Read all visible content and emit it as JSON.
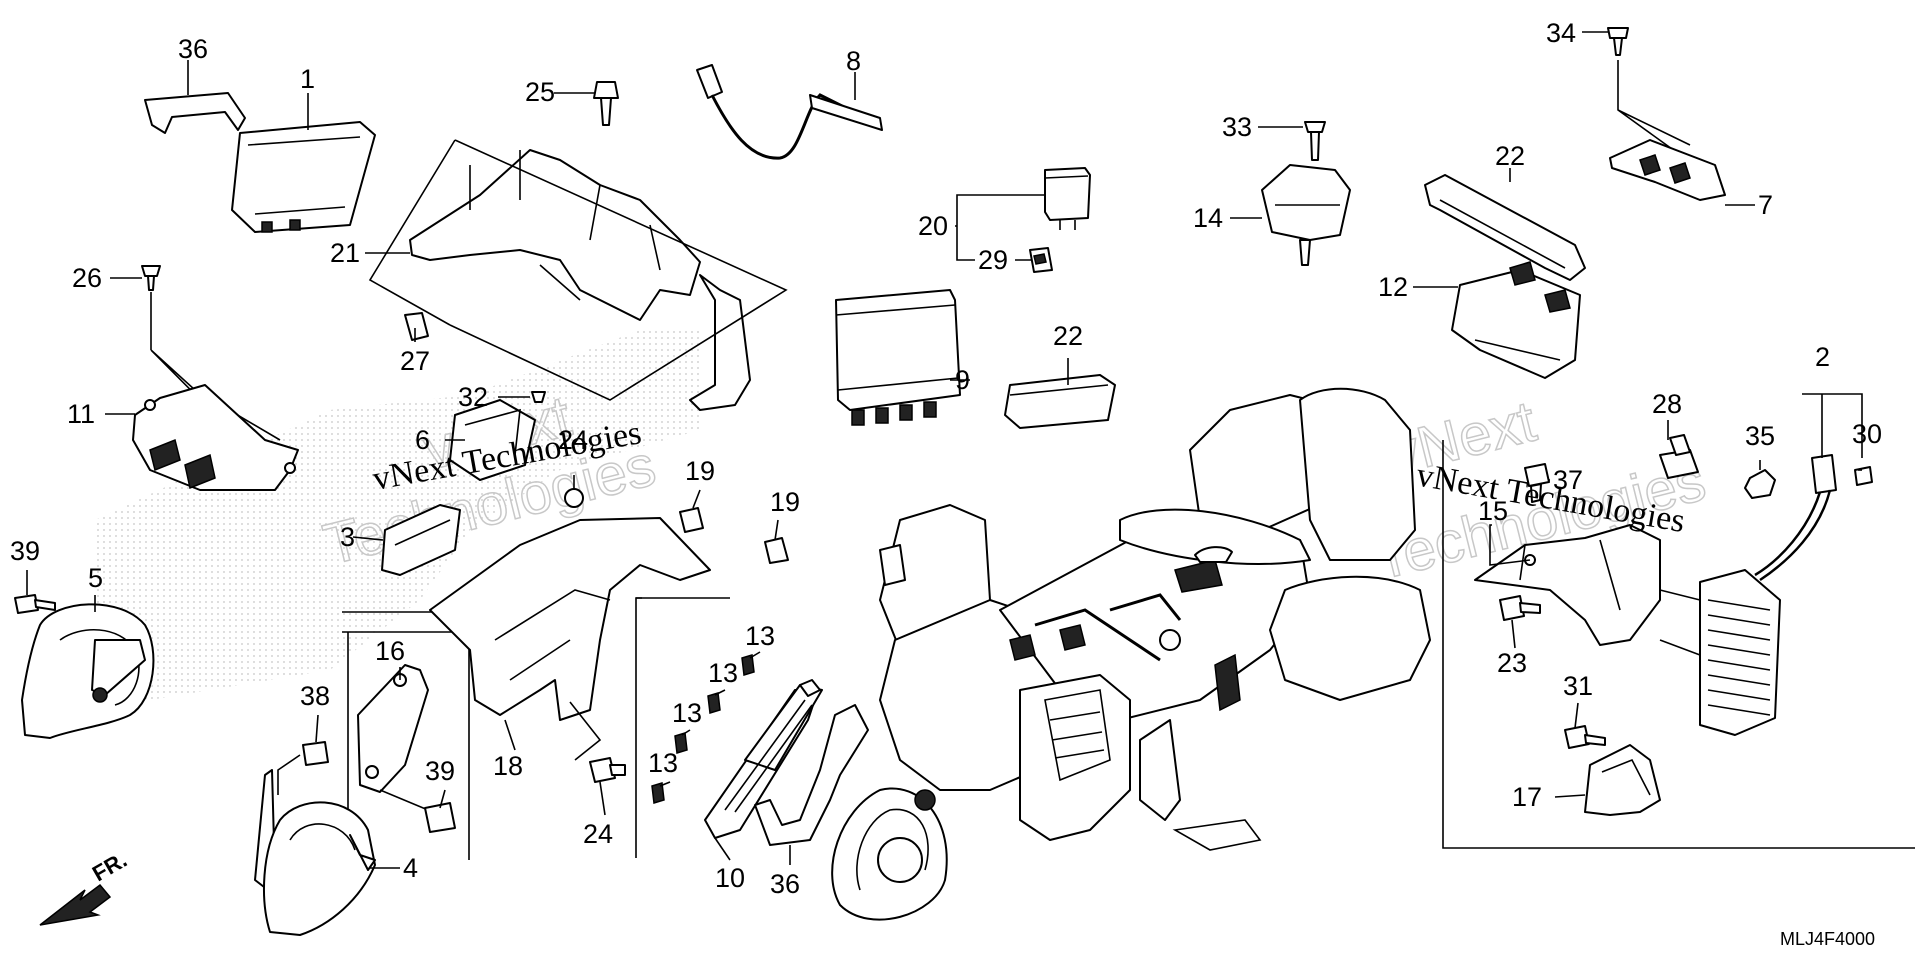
{
  "diagram_code": "MLJ4F4000",
  "direction_label": "FR.",
  "watermark": {
    "brand": "vNext",
    "brand_suffix": "Technologies",
    "short": "Technologies"
  },
  "callouts": [
    "1",
    "2",
    "3",
    "4",
    "5",
    "6",
    "7",
    "8",
    "9",
    "10",
    "11",
    "12",
    "13",
    "14",
    "15",
    "16",
    "17",
    "18",
    "19",
    "20",
    "21",
    "22",
    "23",
    "24",
    "25",
    "26",
    "27",
    "28",
    "29",
    "30",
    "31",
    "32",
    "33",
    "34",
    "35",
    "36",
    "37",
    "38",
    "39"
  ],
  "labels": {
    "n36a": "36",
    "n1": "1",
    "n25": "25",
    "n8": "8",
    "n34": "34",
    "n33": "33",
    "n22a": "22",
    "n7": "7",
    "n14": "14",
    "n20": "20",
    "n29": "29",
    "n21": "21",
    "n26": "26",
    "n12": "12",
    "n22b": "22",
    "n27": "27",
    "n32": "32",
    "n9": "9",
    "n11": "11",
    "n2": "2",
    "n28": "28",
    "n35": "35",
    "n30": "30",
    "n6": "6",
    "n24a": "24",
    "n19a": "19",
    "n37": "37",
    "n19b": "19",
    "n15": "15",
    "n3": "3",
    "n39a": "39",
    "n5": "5",
    "n16": "16",
    "n13a": "13",
    "n13b": "13",
    "n13c": "13",
    "n13d": "13",
    "n23": "23",
    "n38": "38",
    "n31": "31",
    "n39b": "39",
    "n18": "18",
    "n24b": "24",
    "n17": "17",
    "n4": "4",
    "n10": "10",
    "n36b": "36"
  }
}
